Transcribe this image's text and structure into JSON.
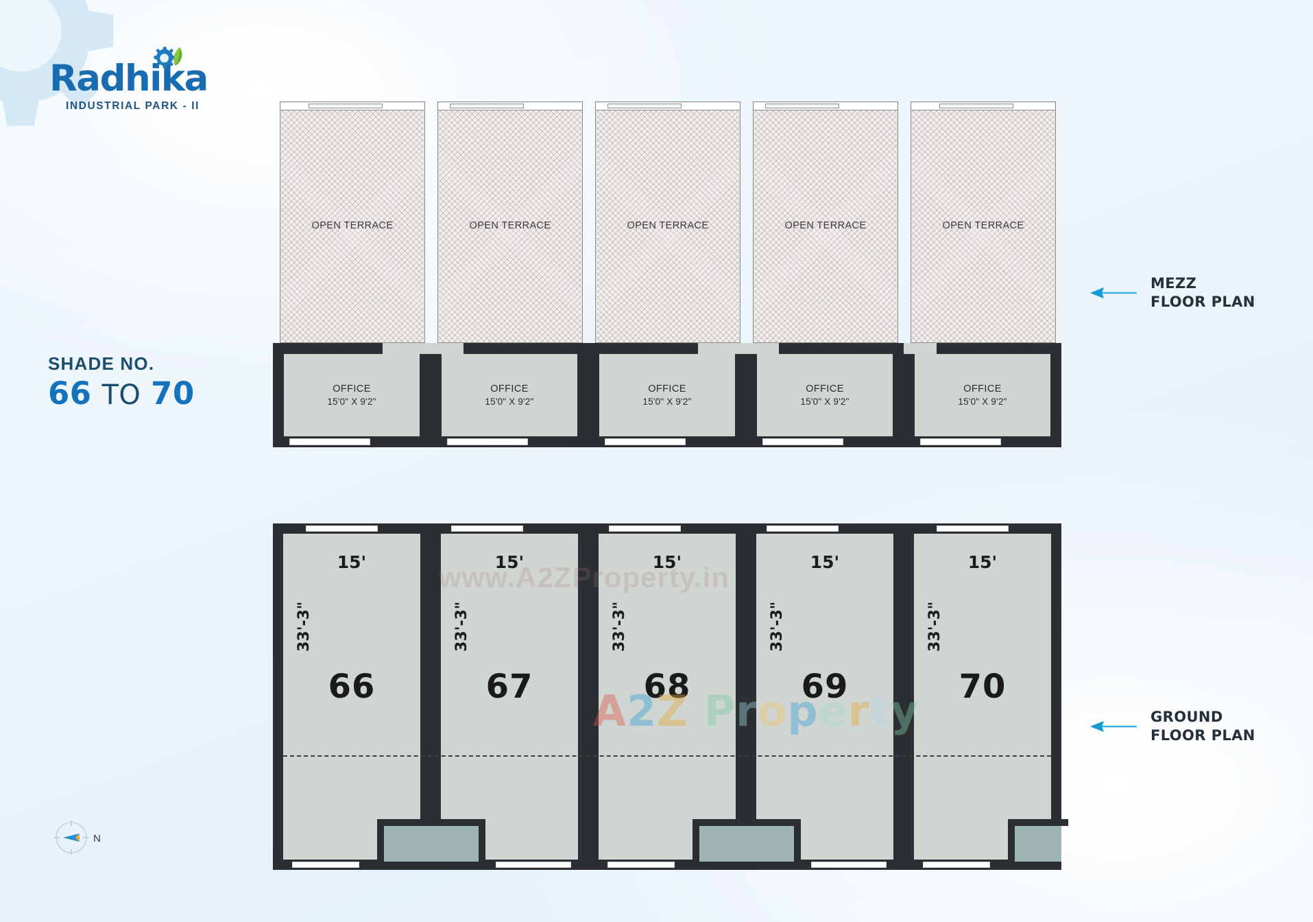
{
  "brand": {
    "name": "Radhika",
    "subtitle": "INDUSTRIAL PARK - II",
    "logo_icon": "gear-leaf-icon",
    "primary_color": "#1a6cb0",
    "dark_color": "#1b4d6e",
    "accent_color": "#1573bd"
  },
  "shade": {
    "title": "SHADE NO.",
    "from": "66",
    "to_word": "TO",
    "to": "70"
  },
  "labels": {
    "mezz": {
      "line1": "MEZZ",
      "line2": "FLOOR PLAN",
      "arrow_color": "#1a9fd4"
    },
    "ground": {
      "line1": "GROUND",
      "line2": "FLOOR PLAN",
      "arrow_color": "#1a9fd4"
    }
  },
  "compass": {
    "letter": "N",
    "icon": "compass-north-icon"
  },
  "watermarks": {
    "url": "www.A2ZProperty.in",
    "logo_parts": [
      "A",
      "2",
      "Z",
      " ",
      "P",
      "r",
      "o",
      "p",
      "e",
      "r",
      "t",
      "y"
    ]
  },
  "mezz_plan": {
    "terrace_label": "OPEN TERRACE",
    "office_label": "OFFICE",
    "office_dimensions": "15'0\" X 9'2\"",
    "units": [
      {
        "terrace": "OPEN TERRACE",
        "office": "OFFICE",
        "dims": "15'0\" X 9'2\""
      },
      {
        "terrace": "OPEN TERRACE",
        "office": "OFFICE",
        "dims": "15'0\" X 9'2\""
      },
      {
        "terrace": "OPEN TERRACE",
        "office": "OFFICE",
        "dims": "15'0\" X 9'2\""
      },
      {
        "terrace": "OPEN TERRACE",
        "office": "OFFICE",
        "dims": "15'0\" X 9'2\""
      },
      {
        "terrace": "OPEN TERRACE",
        "office": "OFFICE",
        "dims": "15'0\" X 9'2\""
      }
    ]
  },
  "ground_plan": {
    "units": [
      {
        "number": "66",
        "width": "15'",
        "depth": "33'-3\""
      },
      {
        "number": "67",
        "width": "15'",
        "depth": "33'-3\""
      },
      {
        "number": "68",
        "width": "15'",
        "depth": "33'-3\""
      },
      {
        "number": "69",
        "width": "15'",
        "depth": "33'-3\""
      },
      {
        "number": "70",
        "width": "15'",
        "depth": "33'-3\""
      }
    ]
  },
  "colors": {
    "wall": "#2b2f33",
    "room_fill": "#cfd6d2",
    "terrace_fill": "#f0edec",
    "wc_fill": "#9fb5b2",
    "background": "#eaf4fa"
  }
}
